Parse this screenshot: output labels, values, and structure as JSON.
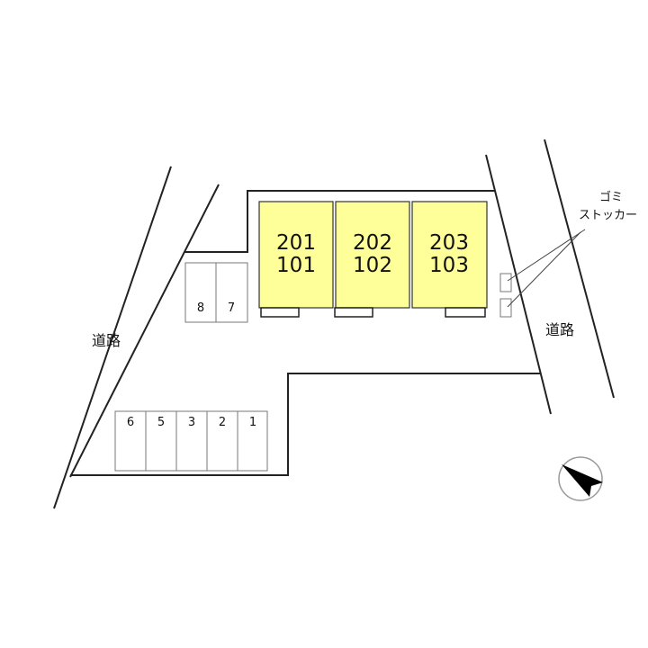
{
  "units": [
    {
      "upper": "201",
      "lower": "101"
    },
    {
      "upper": "202",
      "lower": "102"
    },
    {
      "upper": "203",
      "lower": "103"
    }
  ],
  "parking_upper": [
    "8",
    "7"
  ],
  "parking_lower": [
    "6",
    "5",
    "3",
    "2",
    "1"
  ],
  "road_left": "道路",
  "road_right": "道路",
  "garbage_label_1": "ゴミ",
  "garbage_label_2": "ストッカー",
  "colors": {
    "building": "#ffff99",
    "line": "#222222"
  }
}
